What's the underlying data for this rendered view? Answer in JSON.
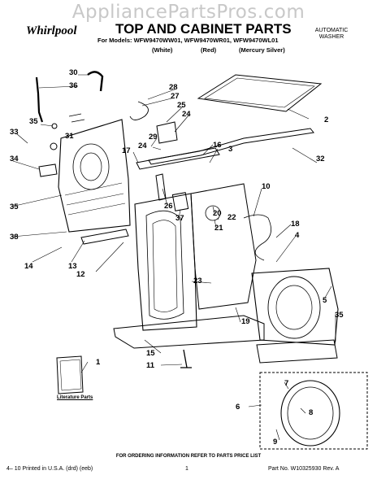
{
  "watermark": "AppliancePartsPros.com",
  "header": {
    "logo": "Whirlpool",
    "title": "TOP AND CABINET PARTS",
    "models": "For Models: WFW9470WW01, WFW9470WR01, WFW9470WL01",
    "variants": [
      "(White)",
      "(Red)",
      "(Mercury Silver)"
    ],
    "product_line1": "AUTOMATIC",
    "product_line2": "WASHER"
  },
  "literature_label": "Literature Parts",
  "footer": {
    "note": "FOR ORDERING INFORMATION REFER TO PARTS PRICE LIST",
    "printed": "4– 10 Printed in U.S.A. (drd) (eeb)",
    "page": "1",
    "part_no": "Part No. W10325930 Rev. A"
  },
  "callouts": [
    "30",
    "36",
    "35",
    "31",
    "33",
    "34",
    "35",
    "38",
    "14",
    "13",
    "12",
    "28",
    "27",
    "25",
    "24",
    "29",
    "17",
    "24",
    "16",
    "3",
    "2",
    "32",
    "26",
    "37",
    "20",
    "22",
    "21",
    "10",
    "18",
    "4",
    "23",
    "19",
    "5",
    "35",
    "15",
    "11",
    "1",
    "6",
    "7",
    "8",
    "9"
  ]
}
